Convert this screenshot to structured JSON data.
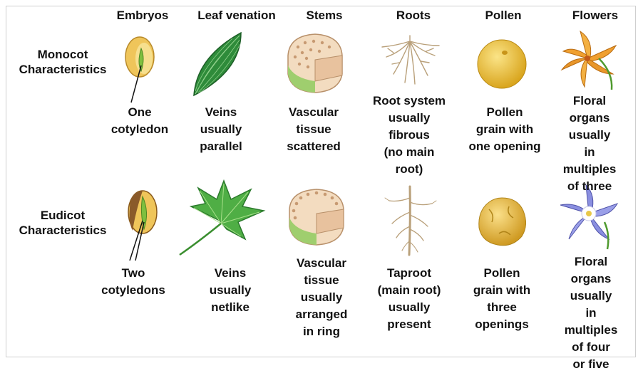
{
  "columns": [
    "Embryos",
    "Leaf venation",
    "Stems",
    "Roots",
    "Pollen",
    "Flowers"
  ],
  "rows": [
    {
      "label": "Monocot\nCharacteristics",
      "captions": [
        "One\ncotyledon",
        "Veins\nusually\nparallel",
        "Vascular\ntissue\nscattered",
        "Root system\nusually\nfibrous\n(no main\nroot)",
        "Pollen\ngrain with\none opening",
        "Floral\norgans\nusually in\nmultiples\nof three"
      ]
    },
    {
      "label": "Eudicot\nCharacteristics",
      "captions": [
        "Two\ncotyledons",
        "Veins\nusually\nnetlike",
        "Vascular\ntissue\nusually\narranged\nin ring",
        "Taproot\n(main root)\nusually\npresent",
        "Pollen\ngrain with\nthree\nopenings",
        "Floral\norgans\nusually\nin multiples\nof four\nor five"
      ]
    }
  ],
  "colors": {
    "seed_coat": "#e9b84a",
    "embryo_green": "#7fbf3f",
    "leaf_green": "#2e8b3a",
    "stem_tan": "#f3dcc0",
    "pollen_yellow": "#f2c233",
    "flower_orange": "#f0a030",
    "flower_blue": "#8a8fe0"
  }
}
